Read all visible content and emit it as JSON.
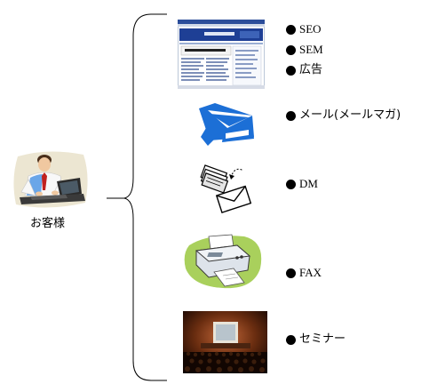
{
  "customer": {
    "label": "お客様",
    "icon": "businessman-laptop-icon"
  },
  "channels": [
    {
      "id": "website",
      "icon": "website-screenshot-icon",
      "items": [
        "SEO",
        "SEM",
        "広告"
      ]
    },
    {
      "id": "email",
      "icon": "email-envelope-icon",
      "items": [
        "メール(メールマガ)"
      ]
    },
    {
      "id": "dm",
      "icon": "direct-mail-icon",
      "items": [
        "DM"
      ]
    },
    {
      "id": "fax",
      "icon": "fax-machine-icon",
      "items": [
        "FAX"
      ]
    },
    {
      "id": "seminar",
      "icon": "seminar-hall-icon",
      "items": [
        "セミナー"
      ]
    }
  ],
  "colors": {
    "bullet": "#000000",
    "email_blue": "#1c6fd6",
    "fax_green": "#a9d05c",
    "seminar_dark": "#3a1a08"
  }
}
